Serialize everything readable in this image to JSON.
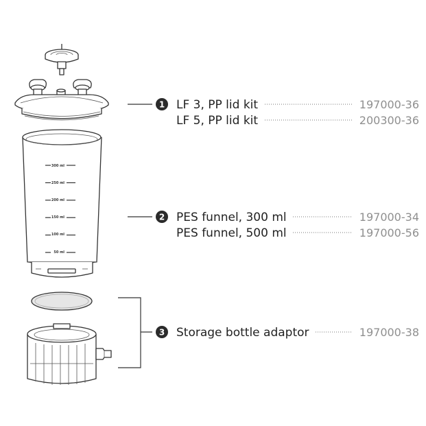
{
  "items": [
    {
      "number": "1",
      "variants": [
        {
          "label": "LF 3, PP lid kit",
          "part_number": "197000-36"
        },
        {
          "label": "LF 5, PP lid kit",
          "part_number": "200300-36"
        }
      ]
    },
    {
      "number": "2",
      "variants": [
        {
          "label": "PES funnel, 300 ml",
          "part_number": "197000-34"
        },
        {
          "label": "PES funnel, 500 ml",
          "part_number": "197000-56"
        }
      ]
    },
    {
      "number": "3",
      "variants": [
        {
          "label": "Storage bottle adaptor",
          "part_number": "197000-38"
        }
      ]
    }
  ],
  "funnel_scale": [
    "300 ml",
    "250 ml",
    "200 ml",
    "150 ml",
    "100 ml",
    "50 ml"
  ],
  "colors": {
    "outline": "#333333",
    "badge": "#2b2b2b",
    "part_number": "#8f8f8f",
    "filter_disc": "#e6e6e6"
  }
}
